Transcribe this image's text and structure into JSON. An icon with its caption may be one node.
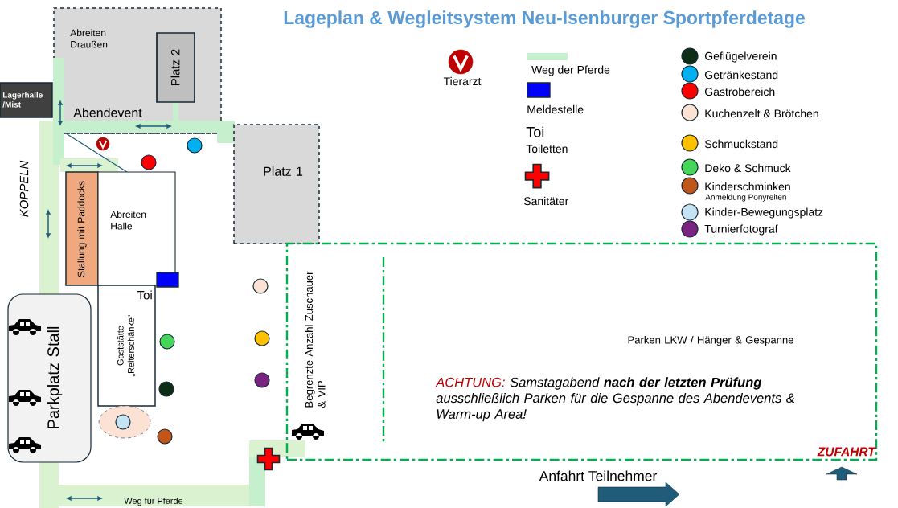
{
  "diagram": {
    "title": "Lageplan & Wegleitsystem Neu-Isenburger Sportpferdetage",
    "nodes": [
      {
        "text": [
          "Abreiten Draußen",
          "Abendevent"
        ]
      },
      {
        "text": [
          "Platz 2"
        ],
        "in": 0
      },
      {
        "text": [
          "Lagerhalle /Mist"
        ]
      },
      {
        "text": [
          "Platz 1"
        ]
      },
      {
        "text": [
          "Stallung mit Paddocks"
        ]
      },
      {
        "text": [
          "Abreiten Halle"
        ]
      },
      {
        "text": [
          "Toi",
          "Gaststätte „Reiterschänke“"
        ]
      },
      {
        "text": [
          "Parkplatz Stall"
        ]
      },
      {
        "text": [
          "Begrenzte Anzahl Zuschauer & VIP",
          "Parken LKW / Hänger & Gespanne"
        ]
      }
    ],
    "labels": [
      "Toi",
      "Anmeldung Ponyreiten",
      "KOPPELN",
      "ACHTUNG:",
      "Samstagabend **nach der letzten Prüfung** ausschließlich Parken für die Gespanne des Abendevents & Warm-up Area!",
      "ZUFAHRT",
      "Anfahrt Teilnehmer",
      "Weg für Pferde"
    ],
    "legend": [
      {
        "text": "Tierarzt"
      },
      {
        "text": "Weg der Pferde",
        "color": "#c6efce"
      },
      {
        "text": "Meldestelle",
        "color": "#0000ff"
      },
      {
        "text": "Toiletten"
      },
      {
        "text": "Sanitäter"
      },
      {
        "text": "Geflügelverein",
        "color": "#0d2e14"
      },
      {
        "text": "Getränkestand",
        "color": "#00b0f0"
      },
      {
        "text": "Gastrobereich",
        "color": "#ff0000"
      },
      {
        "text": "Kuchenzelt & Brötchen",
        "color": "#fbe2d5"
      },
      {
        "text": "Schmuckstand",
        "color": "#ffc000"
      },
      {
        "text": "Deko & Schmuck",
        "color": "#47d45a"
      },
      {
        "text": "Kinderschminken",
        "color": "#c0561a"
      },
      {
        "text": "Kinder-Bewegungsplatz",
        "color": "#c5e3f3"
      },
      {
        "text": "Turnierfotograf",
        "color": "#7b2380"
      }
    ]
  }
}
